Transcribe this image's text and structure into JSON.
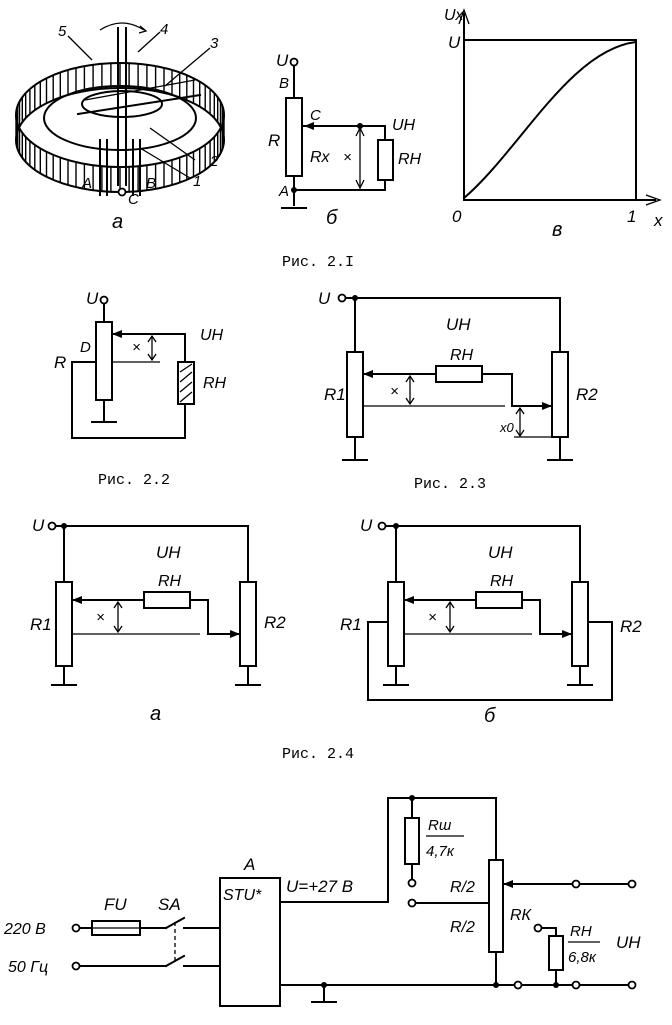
{
  "fig21": {
    "caption": "Рис. 2.I",
    "a": {
      "n5": "5",
      "n4": "4",
      "n3": "3",
      "n2": "2",
      "n1": "1",
      "A": "A",
      "B": "B",
      "C": "C",
      "sub": "а"
    },
    "b": {
      "U": "U",
      "B": "B",
      "C": "C",
      "R": "R",
      "Rx": "Rx",
      "x": "×",
      "UH": "UH",
      "RH": "RH",
      "A": "A",
      "sub": "б"
    },
    "v": {
      "ylabel": "Ux",
      "ytick": "U",
      "origin": "0",
      "xtick": "1",
      "xlabel": "x",
      "sub": "в"
    }
  },
  "fig22": {
    "caption": "Рис. 2.2",
    "U": "U",
    "D": "D",
    "R": "R",
    "x": "×",
    "UH": "UH",
    "RH": "RH"
  },
  "fig23": {
    "caption": "Рис. 2.3",
    "U": "U",
    "UH": "UH",
    "RH": "RH",
    "R1": "R1",
    "R2": "R2",
    "x": "×",
    "x0": "x0"
  },
  "fig24": {
    "caption": "Рис. 2.4",
    "a": {
      "U": "U",
      "UH": "UH",
      "RH": "RH",
      "R1": "R1",
      "R2": "R2",
      "x": "×",
      "sub": "а"
    },
    "b": {
      "U": "U",
      "UH": "UH",
      "RH": "RH",
      "R1": "R1",
      "R2": "R2",
      "x": "×",
      "sub": "б"
    }
  },
  "fig25": {
    "v220": "220 В",
    "hz50": "50 Гц",
    "FU": "FU",
    "SA": "SA",
    "A": "A",
    "STU": "STU*",
    "U27": "U=+27 В",
    "Rsh": "Rш",
    "Rsh_val": "4,7к",
    "R2a": "R/2",
    "R2b": "R/2",
    "RK": "RК",
    "RH": "RН",
    "RH_val": "6,8к",
    "UH": "UН"
  }
}
